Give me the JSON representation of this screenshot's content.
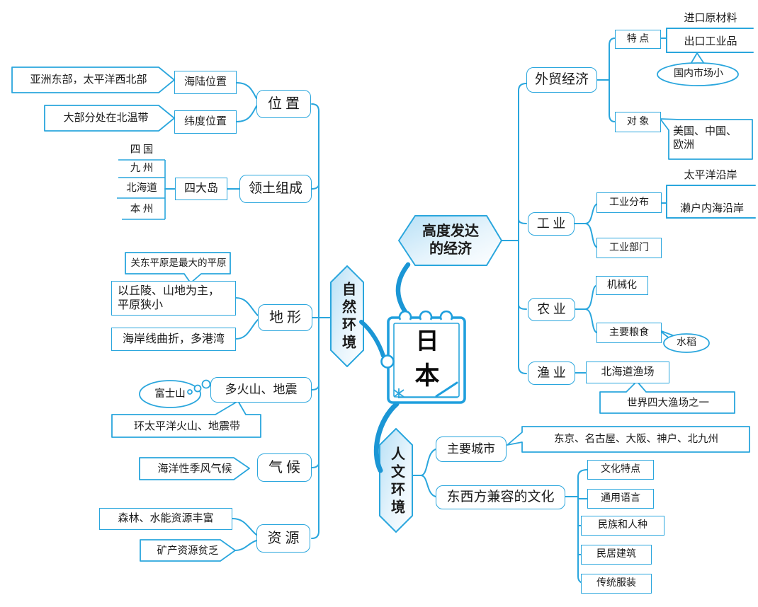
{
  "center": {
    "char1": "日",
    "char2": "本"
  },
  "main_branches": {
    "economy": "高度发达\n的经济",
    "nature": "自然环境",
    "human": "人文环境"
  },
  "nature": {
    "weizhi": {
      "label": "位 置",
      "hailu": "海陆位置",
      "hailu_detail": "亚洲东部，太平洋西北部",
      "weidu": "纬度位置",
      "weidu_detail": "大部分处在北温带"
    },
    "lingtu": {
      "label": "领土组成",
      "sidadao": "四大岛",
      "islands": [
        "四 国",
        "九 州",
        "北海道",
        "本 州"
      ]
    },
    "dixing": {
      "label": "地 形",
      "note": "关东平原是最大的平原",
      "main": "以丘陵、山地为主，\n平原狭小",
      "coast": "海岸线曲折，多港湾"
    },
    "huoshan": {
      "label": "多火山、地震",
      "fushishan": "富士山",
      "belt": "环太平洋火山、地震带"
    },
    "qihou": {
      "label": "气 候",
      "detail": "海洋性季风气候"
    },
    "ziyuan": {
      "label": "资 源",
      "rich": "森林、水能资源丰富",
      "poor": "矿产资源贫乏"
    }
  },
  "economy": {
    "waimao": {
      "label": "外贸经济",
      "tedian": "特 点",
      "import": "进口原材料",
      "export": "出口工业品",
      "market": "国内市场小",
      "duixiang": "对 象",
      "partners": "美国、中国、\n欧洲"
    },
    "gongye": {
      "label": "工 业",
      "fenbu": "工业分布",
      "coast1": "太平洋沿岸",
      "coast2": "濑户内海沿岸",
      "bumen": "工业部门"
    },
    "nongye": {
      "label": "农 业",
      "jixiehua": "机械化",
      "liangshi": "主要粮食",
      "shuidao": "水稻"
    },
    "yuye": {
      "label": "渔 业",
      "yuchang": "北海道渔场",
      "world": "世界四大渔场之一"
    }
  },
  "human": {
    "cities": {
      "label": "主要城市",
      "list": "东京、名古屋、大阪、神户、北九州"
    },
    "culture": {
      "label": "东西方兼容的文化",
      "items": [
        "文化特点",
        "通用语言",
        "民族和人种",
        "民居建筑",
        "传统服装"
      ]
    }
  },
  "colors": {
    "line": "#2aa6dd",
    "brush": "#1b96d5",
    "text": "#1a1a1a"
  }
}
